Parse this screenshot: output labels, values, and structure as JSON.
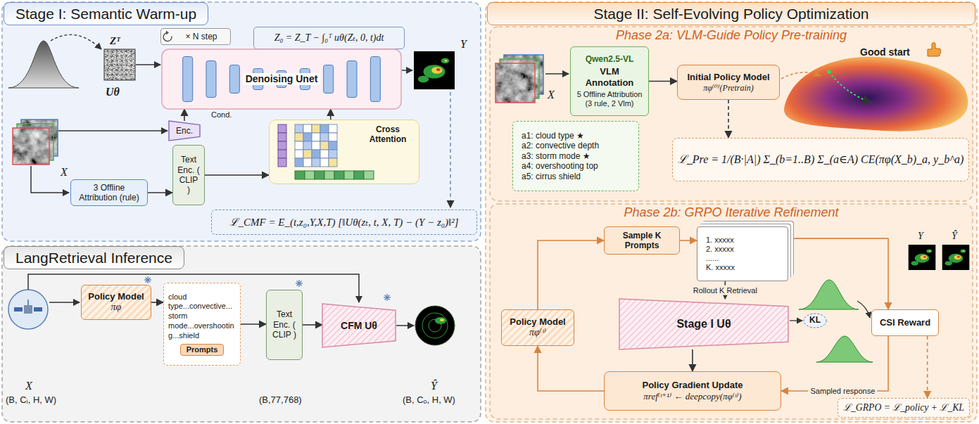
{
  "diagram": {
    "nodes": [
      {
        "text": [
          "Stage I: Semantic Warm-up"
        ]
      },
      {
        "text": [
          "× N step"
        ],
        "in": 0
      },
      {
        "text": [
          "Z₀ = Z_T − ∫₀ᵀ uθ(Zₜ, 0, t)dt"
        ],
        "in": 0
      },
      {
        "text": [
          "Denoising Unet"
        ],
        "in": 0
      },
      {
        "text": [
          "Enc."
        ],
        "in": 0
      },
      {
        "text": [
          "3 Offline Attribution (rule)"
        ],
        "in": 0
      },
      {
        "text": [
          "Text Enc. ( CLIP )"
        ],
        "in": 0
      },
      {
        "text": [
          "Cross Attention"
        ],
        "in": 0
      },
      {
        "text": [
          "ℒ_CMF = E_(t,z₀,Y,X,T) [‖Uθ(zₜ, t, X, T) − (Y − z₀)‖²]"
        ],
        "in": 0
      },
      {
        "text": [
          "LangRetrieval Inference"
        ]
      },
      {
        "text": [
          "Policy Model",
          "πφ"
        ],
        "in": 9
      },
      {
        "text": [
          "cloud type...convective...storm mode...overshooting...shield",
          "Prompts"
        ],
        "in": 9
      },
      {
        "text": [
          "Text Enc. ( CLIP )"
        ],
        "in": 9
      },
      {
        "text": [
          "CFM Uθ"
        ],
        "in": 9
      },
      {
        "text": [
          "Stage II: Self-Evolving Policy Optimization"
        ]
      },
      {
        "text": [
          "Phase 2a: VLM-Guide Policy Pre-training"
        ],
        "in": 14
      },
      {
        "text": [
          "Qwen2.5-VL",
          "VLM Annotation",
          "5 Offline Attribution (3 rule, 2 Vlm)"
        ],
        "in": 15
      },
      {
        "text": [
          "a1: cloud type ★",
          "a2: convective depth",
          "a3: storm mode ★",
          "a4: overshooting top",
          "a5: cirrus shield"
        ],
        "in": 15
      },
      {
        "text": [
          "Initial Policy Model",
          "πφ⁽⁰⁾(Pretrain)"
        ],
        "in": 15
      },
      {
        "text": [
          "ℒ_Pre = 1/(B·|A|) Σ_(b=1..B) Σ_(a∈A) CE(πφ(X_b)_a, y_b^a)"
        ],
        "in": 15
      },
      {
        "text": [
          "Phase 2b: GRPO Iterative Refinement"
        ],
        "in": 14
      },
      {
        "text": [
          "Sample K Prompts"
        ],
        "in": 20
      },
      {
        "text": [
          "1. xxxxx",
          "2. xxxxx",
          "......",
          "K. xxxxx"
        ],
        "in": 20
      },
      {
        "text": [
          "Policy Model",
          "πφ⁽ᵗ⁾"
        ],
        "in": 20
      },
      {
        "text": [
          "Stage I Uθ"
        ],
        "in": 20
      },
      {
        "text": [
          "CSI Reward"
        ],
        "in": 20
      },
      {
        "text": [
          "Policy Gradient Update",
          "πref⁽ᵗ⁺¹⁾ ← deepcopy(πφ⁽ᵗ⁾)"
        ],
        "in": 20
      },
      {
        "text": [
          "ℒ_GRPO = ℒ_policy + ℒ_KL"
        ],
        "in": 20
      }
    ],
    "edges": [
      {
        "from": 4,
        "to": 3,
        "arrow": "to"
      },
      {
        "from": 5,
        "to": 6,
        "arrow": "to"
      },
      {
        "from": 6,
        "to": 7,
        "arrow": "to"
      },
      {
        "from": 7,
        "to": 3,
        "arrow": "to"
      },
      {
        "from": 10,
        "to": 11,
        "arrow": "to"
      },
      {
        "from": 11,
        "to": 12,
        "arrow": "to"
      },
      {
        "from": 12,
        "to": 13,
        "arrow": "to"
      },
      {
        "from": 16,
        "to": 18,
        "arrow": "to"
      },
      {
        "from": 18,
        "to": 19,
        "arrow": "to"
      },
      {
        "from": 23,
        "to": 21,
        "arrow": "to"
      },
      {
        "from": 21,
        "to": 22,
        "arrow": "to"
      },
      {
        "from": 22,
        "to": 24,
        "label": "Rollout K Retrieval",
        "arrow": "to"
      },
      {
        "from": 22,
        "to": 25,
        "arrow": "to"
      },
      {
        "from": 24,
        "to": 26,
        "arrow": "to"
      },
      {
        "from": 26,
        "to": 23,
        "arrow": "to"
      },
      {
        "from": 25,
        "to": 26,
        "label": "Sampled response",
        "arrow": "to"
      },
      {
        "from": 25,
        "to": 27,
        "arrow": "to"
      }
    ],
    "labels": [
      "Zᵀ",
      "Uθ",
      "Y",
      "Cond.",
      "X",
      "X",
      "(B, Cᵢ, H, W)",
      "(B,77,768)",
      "Ŷ",
      "(B, Cₒ, H, W)",
      "X",
      "Good start",
      "KL",
      "Y",
      "Ŷ"
    ]
  }
}
